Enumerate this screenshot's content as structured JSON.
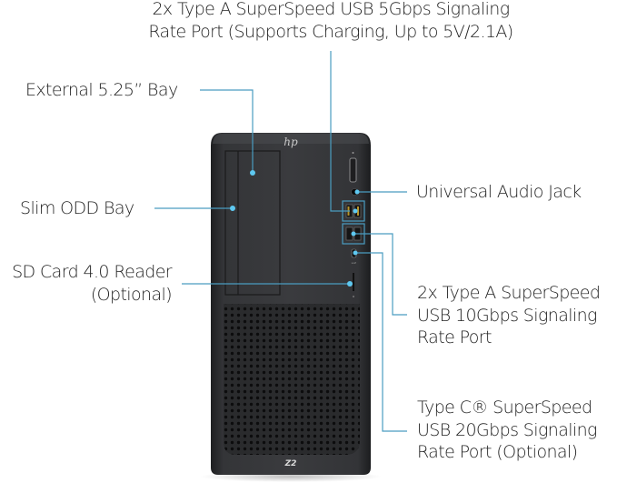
{
  "product": {
    "brand_logo": "hp",
    "model_badge": "Z2",
    "body_color": "#2b2c2e",
    "callout_color": "#4a9cc0",
    "dot_color": "#5ec8f0"
  },
  "callouts": {
    "top_usb5": {
      "lines": [
        "2x Type A SuperSpeed USB 5Gbps Signaling",
        "Rate Port (Supports Charging, Up to 5V/2.1A)"
      ]
    },
    "external_bay": {
      "lines": [
        "External 5.25” Bay"
      ]
    },
    "slim_odd": {
      "lines": [
        "Slim ODD Bay"
      ]
    },
    "sd_card": {
      "lines": [
        "SD Card 4.0 Reader",
        "(Optional)"
      ]
    },
    "audio_jack": {
      "lines": [
        "Universal Audio Jack"
      ]
    },
    "usb10": {
      "lines": [
        "2x Type A SuperSpeed",
        "USB 10Gbps Signaling",
        "Rate Port"
      ]
    },
    "usbc": {
      "lines": [
        "Type C® SuperSpeed",
        "USB 20Gbps Signaling",
        "Rate Port (Optional)"
      ]
    }
  }
}
